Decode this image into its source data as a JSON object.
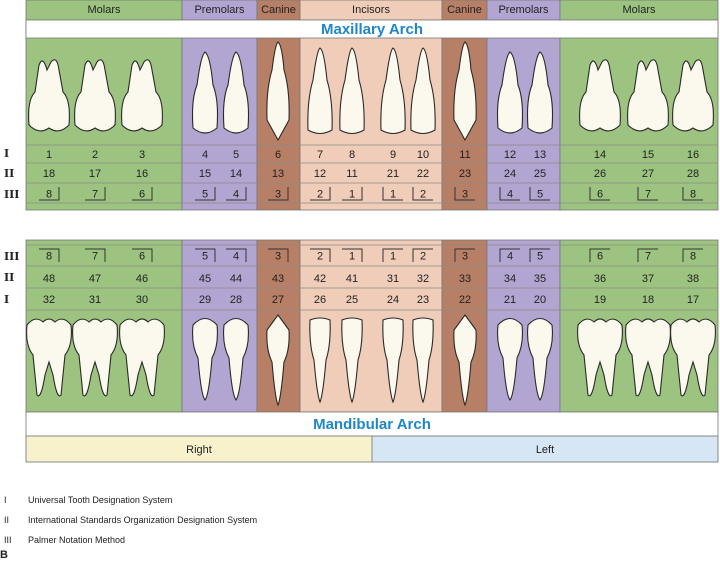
{
  "figure_label": "B",
  "colors": {
    "molar": "#9cc480",
    "premolar": "#b3a5d1",
    "canine": "#b67f66",
    "incisor": "#f0cdb8",
    "right": "#f8f2cc",
    "left": "#d6e6f4",
    "arch_title": "#1f86c8",
    "tooth": "#fbf8ee"
  },
  "groups": [
    {
      "key": "molar",
      "label": "Molars",
      "teeth": 3
    },
    {
      "key": "premolar",
      "label": "Premolars",
      "teeth": 2
    },
    {
      "key": "canine",
      "label": "Canine",
      "teeth": 1
    },
    {
      "key": "incisor",
      "label": "Incisors",
      "teeth": 4
    },
    {
      "key": "canine",
      "label": "Canine",
      "teeth": 1
    },
    {
      "key": "premolar",
      "label": "Premolars",
      "teeth": 2
    },
    {
      "key": "molar",
      "label": "Molars",
      "teeth": 3
    }
  ],
  "maxillary": {
    "title": "Maxillary Arch",
    "universal": [
      "1",
      "2",
      "3",
      "4",
      "5",
      "6",
      "7",
      "8",
      "9",
      "10",
      "11",
      "12",
      "13",
      "14",
      "15",
      "16"
    ],
    "iso": [
      "18",
      "17",
      "16",
      "15",
      "14",
      "13",
      "12",
      "11",
      "21",
      "22",
      "23",
      "24",
      "25",
      "26",
      "27",
      "28"
    ],
    "palmer": [
      "8",
      "7",
      "6",
      "5",
      "4",
      "3",
      "2",
      "1",
      "1",
      "2",
      "3",
      "4",
      "5",
      "6",
      "7",
      "8"
    ]
  },
  "mandibular": {
    "title": "Mandibular Arch",
    "palmer": [
      "8",
      "7",
      "6",
      "5",
      "4",
      "3",
      "2",
      "1",
      "1",
      "2",
      "3",
      "4",
      "5",
      "6",
      "7",
      "8"
    ],
    "iso": [
      "48",
      "47",
      "46",
      "45",
      "44",
      "43",
      "42",
      "41",
      "31",
      "32",
      "33",
      "34",
      "35",
      "36",
      "37",
      "38"
    ],
    "universal": [
      "32",
      "31",
      "30",
      "29",
      "28",
      "27",
      "26",
      "25",
      "24",
      "23",
      "22",
      "21",
      "20",
      "19",
      "18",
      "17"
    ]
  },
  "row_labels": {
    "universal": "I",
    "iso": "II",
    "palmer": "III"
  },
  "sides": {
    "right": "Right",
    "left": "Left"
  },
  "legend": [
    {
      "mark": "I",
      "text": "Universal Tooth Designation System"
    },
    {
      "mark": "II",
      "text": "International Standards Organization Designation System"
    },
    {
      "mark": "III",
      "text": "Palmer Notation Method"
    }
  ]
}
